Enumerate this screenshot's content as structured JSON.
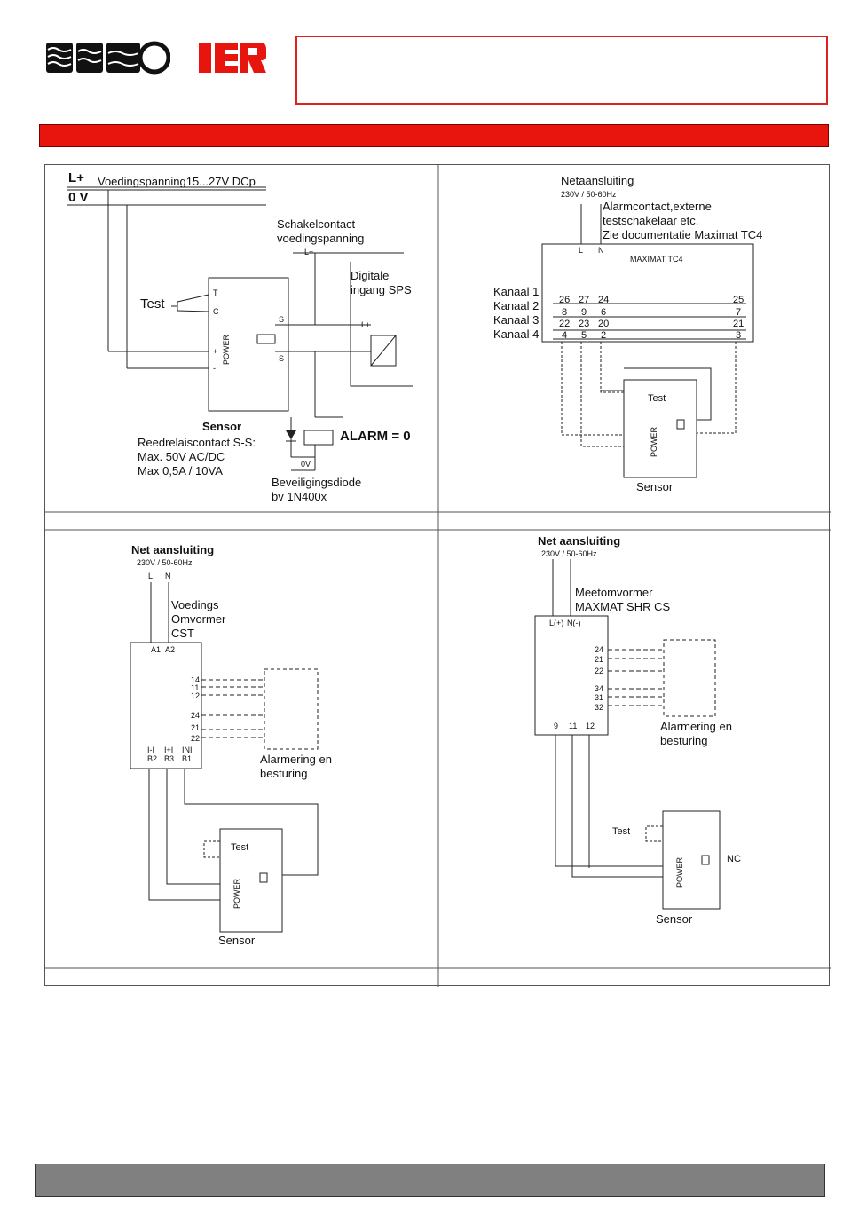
{
  "header": {
    "logo_left": "BAMO",
    "logo_right": "IER",
    "box_text": "",
    "band_text": ""
  },
  "colors": {
    "brand_red": "#e8150f",
    "line": "#222222",
    "footer": "#808080"
  },
  "panel1": {
    "lplus": "L+",
    "supply": "Voedingspanning15...27V DCp",
    "zero_v": "0 V",
    "test": "Test",
    "term_t": "T",
    "term_c": "C",
    "term_plus": "+",
    "term_minus": "-",
    "power": "POWER",
    "s1": "S",
    "s2": "S",
    "switch_contact_1": "Schakelcontact",
    "switch_contact_2": "voedingspanning",
    "lplus_small": "L+",
    "plc_1": "Digitale",
    "plc_2": "ingang SPS",
    "plc_lplus": "L+",
    "alarm": "ALARM = 0",
    "zero_v_small": "0V",
    "sensor": "Sensor",
    "reed_1": "Reedrelaiscontact S-S:",
    "reed_2": "Max. 50V AC/DC",
    "reed_3": "Max 0,5A / 10VA",
    "diode_1": "Beveiligingsdiode",
    "diode_2": "bv 1N400x"
  },
  "panel2": {
    "mains": "Netaansluiting",
    "mains_spec": "230V / 50-60Hz",
    "alarm_1": "Alarmcontact,externe",
    "alarm_2": "testschakelaar etc.",
    "alarm_3": "Zie documentatie Maximat TC4",
    "l": "L",
    "n": "N",
    "device": "MAXIMAT TC4",
    "channels": [
      "Kanaal 1",
      "Kanaal 2",
      "Kanaal 3",
      "Kanaal 4"
    ],
    "rows": [
      [
        "26",
        "27",
        "24",
        "25"
      ],
      [
        "8",
        "9",
        "6",
        "7"
      ],
      [
        "22",
        "23",
        "20",
        "21"
      ],
      [
        "4",
        "5",
        "2",
        "3"
      ]
    ],
    "test": "Test",
    "power": "POWER",
    "sensor": "Sensor"
  },
  "panel3": {
    "mains": "Net aansluiting",
    "mains_spec": "230V / 50-60Hz",
    "l": "L",
    "n": "N",
    "conv_1": "Voedings",
    "conv_2": "Omvormer",
    "conv_3": "CST",
    "a1": "A1",
    "a2": "A2",
    "terms": [
      "14",
      "11",
      "12",
      "24",
      "21",
      "22"
    ],
    "b_top": [
      "I-I",
      "I+I",
      "INI"
    ],
    "b_bot": [
      "B2",
      "B3",
      "B1"
    ],
    "alarm_1": "Alarmering en",
    "alarm_2": "besturing",
    "test": "Test",
    "power": "POWER",
    "sensor": "Sensor"
  },
  "panel4": {
    "mains": "Net aansluiting",
    "mains_spec": "230V / 50-60Hz",
    "conv_1": "Meetomvormer",
    "conv_2": "MAXMAT SHR CS",
    "lh": "L(+)",
    "nh": "N(-)",
    "terms": [
      "24",
      "21",
      "22",
      "34",
      "31",
      "32"
    ],
    "bottom_terms": [
      "9",
      "11",
      "12"
    ],
    "alarm_1": "Alarmering en",
    "alarm_2": "besturing",
    "test": "Test",
    "nc": "NC",
    "power": "POWER",
    "sensor": "Sensor"
  }
}
